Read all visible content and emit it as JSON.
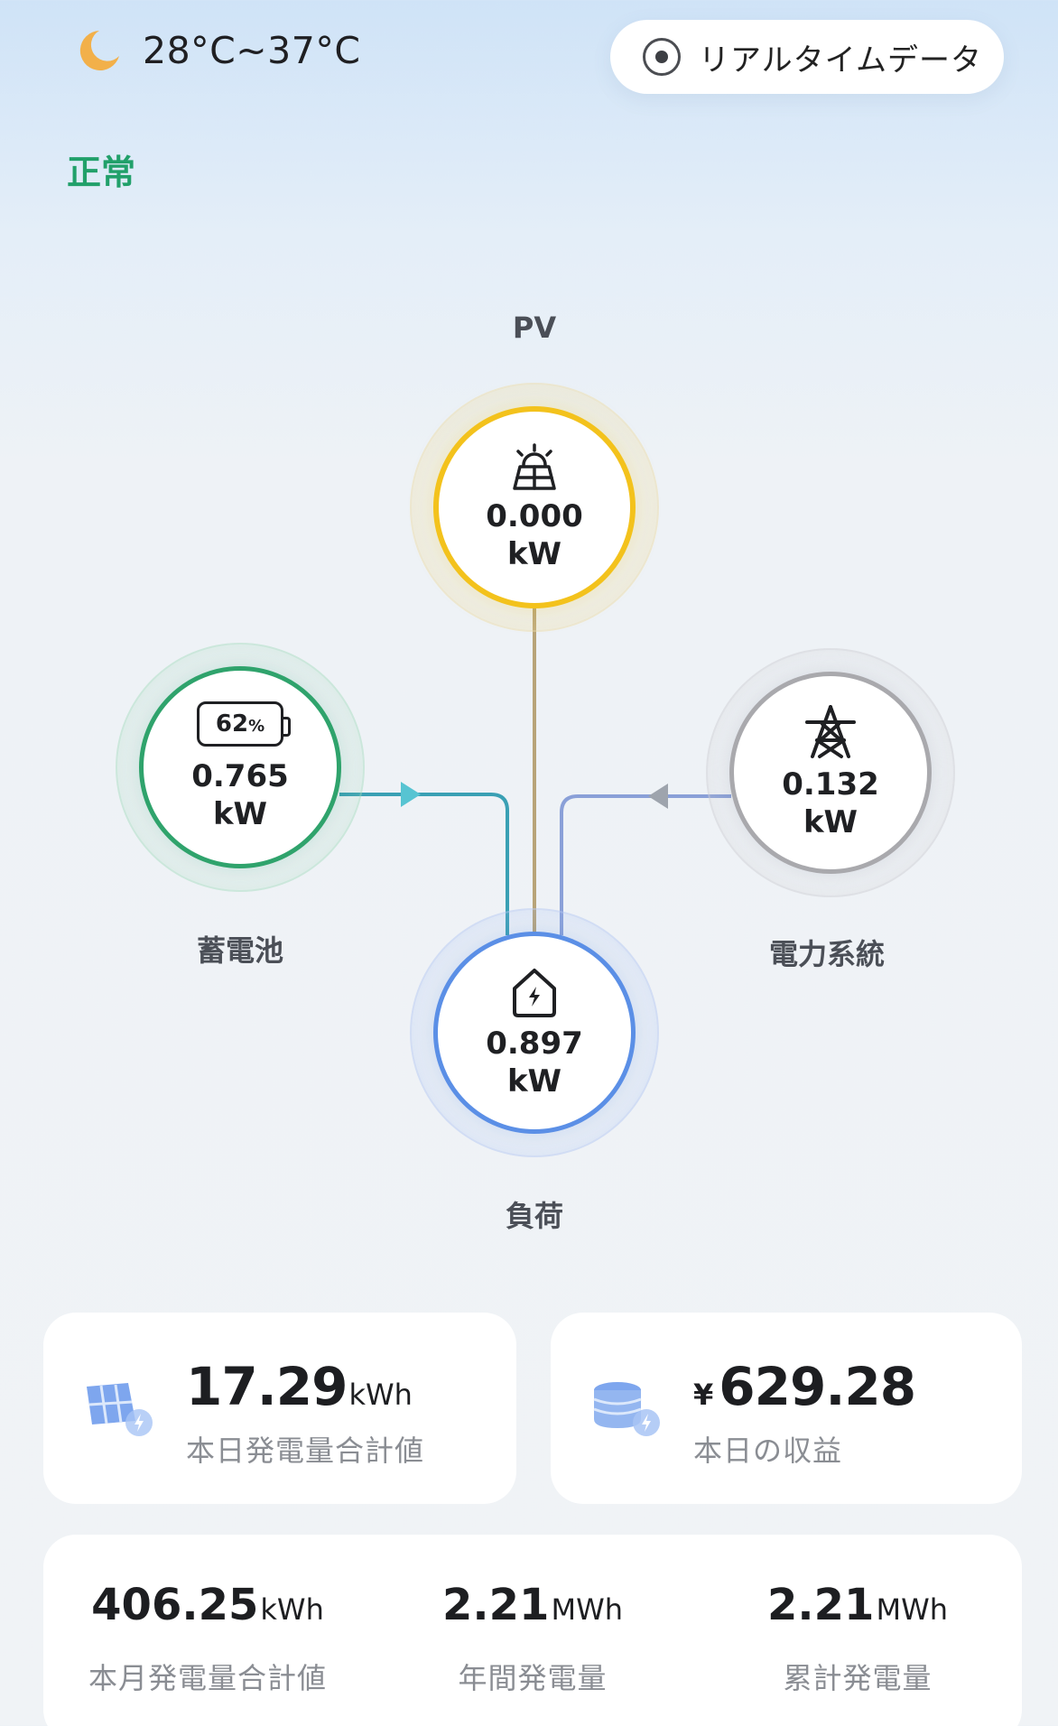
{
  "weather": {
    "icon": "moon-icon",
    "temperature": "28°C~37°C"
  },
  "realtime_button": {
    "label": "リアルタイムデータ"
  },
  "status": {
    "text": "正常",
    "color": "#21a06a"
  },
  "flow": {
    "pv": {
      "label": "PV",
      "value": "0.000",
      "unit": "kW",
      "icon": "solar-panel-icon",
      "color": "#f3c21c"
    },
    "battery": {
      "label": "蓄電池",
      "value": "0.765",
      "unit": "kW",
      "icon": "battery-icon",
      "percent": "62",
      "percent_unit": "%",
      "color": "#2fa36c"
    },
    "grid": {
      "label": "電力系統",
      "value": "0.132",
      "unit": "kW",
      "icon": "power-tower-icon",
      "color": "#a9a9ad"
    },
    "load": {
      "label": "負荷",
      "value": "0.897",
      "unit": "kW",
      "icon": "home-power-icon",
      "color": "#5b8fe6"
    }
  },
  "cards": {
    "today_generation": {
      "value": "17.29",
      "unit": "kWh",
      "label": "本日発電量合計値",
      "icon": "solar-panel-card-icon"
    },
    "today_income": {
      "currency": "¥",
      "value": "629.28",
      "label": "本日の収益",
      "icon": "coin-stack-icon"
    }
  },
  "totals": [
    {
      "value": "406.25",
      "unit": "kWh",
      "label": "本月発電量合計値"
    },
    {
      "value": "2.21",
      "unit": "MWh",
      "label": "年間発電量"
    },
    {
      "value": "2.21",
      "unit": "MWh",
      "label": "累計発電量"
    }
  ]
}
